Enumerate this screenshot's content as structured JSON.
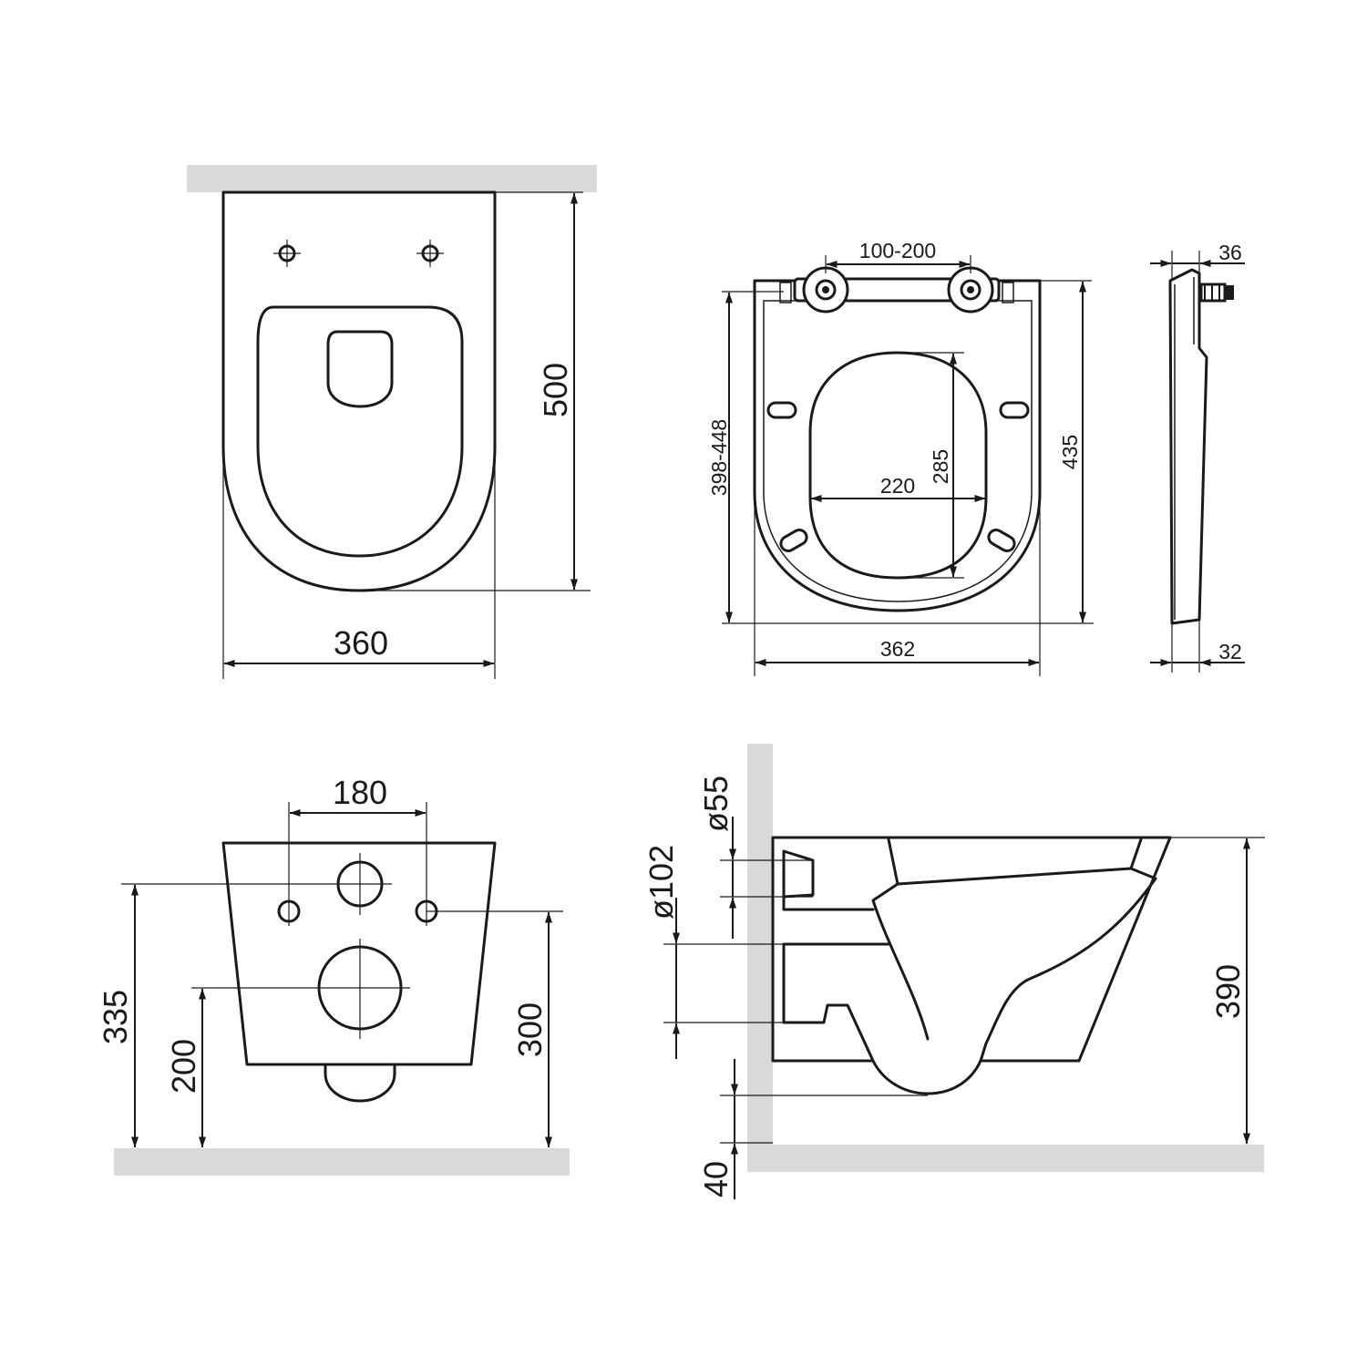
{
  "top_view": {
    "width": "360",
    "depth": "500"
  },
  "seat_view": {
    "hinge_spacing": "100-200",
    "seat_length": "398-448",
    "lid_length": "435",
    "opening_length": "285",
    "opening_width": "220",
    "seat_width": "362"
  },
  "seat_profile": {
    "hinge_height": "36",
    "seat_thickness": "32"
  },
  "rear_view": {
    "bolt_spacing": "180",
    "bolt_height": "300",
    "inlet_height": "335",
    "outlet_height": "200"
  },
  "side_view": {
    "inlet_diameter": "ø55",
    "outlet_diameter": "ø102",
    "floor_clearance": "40",
    "rim_height": "390"
  }
}
